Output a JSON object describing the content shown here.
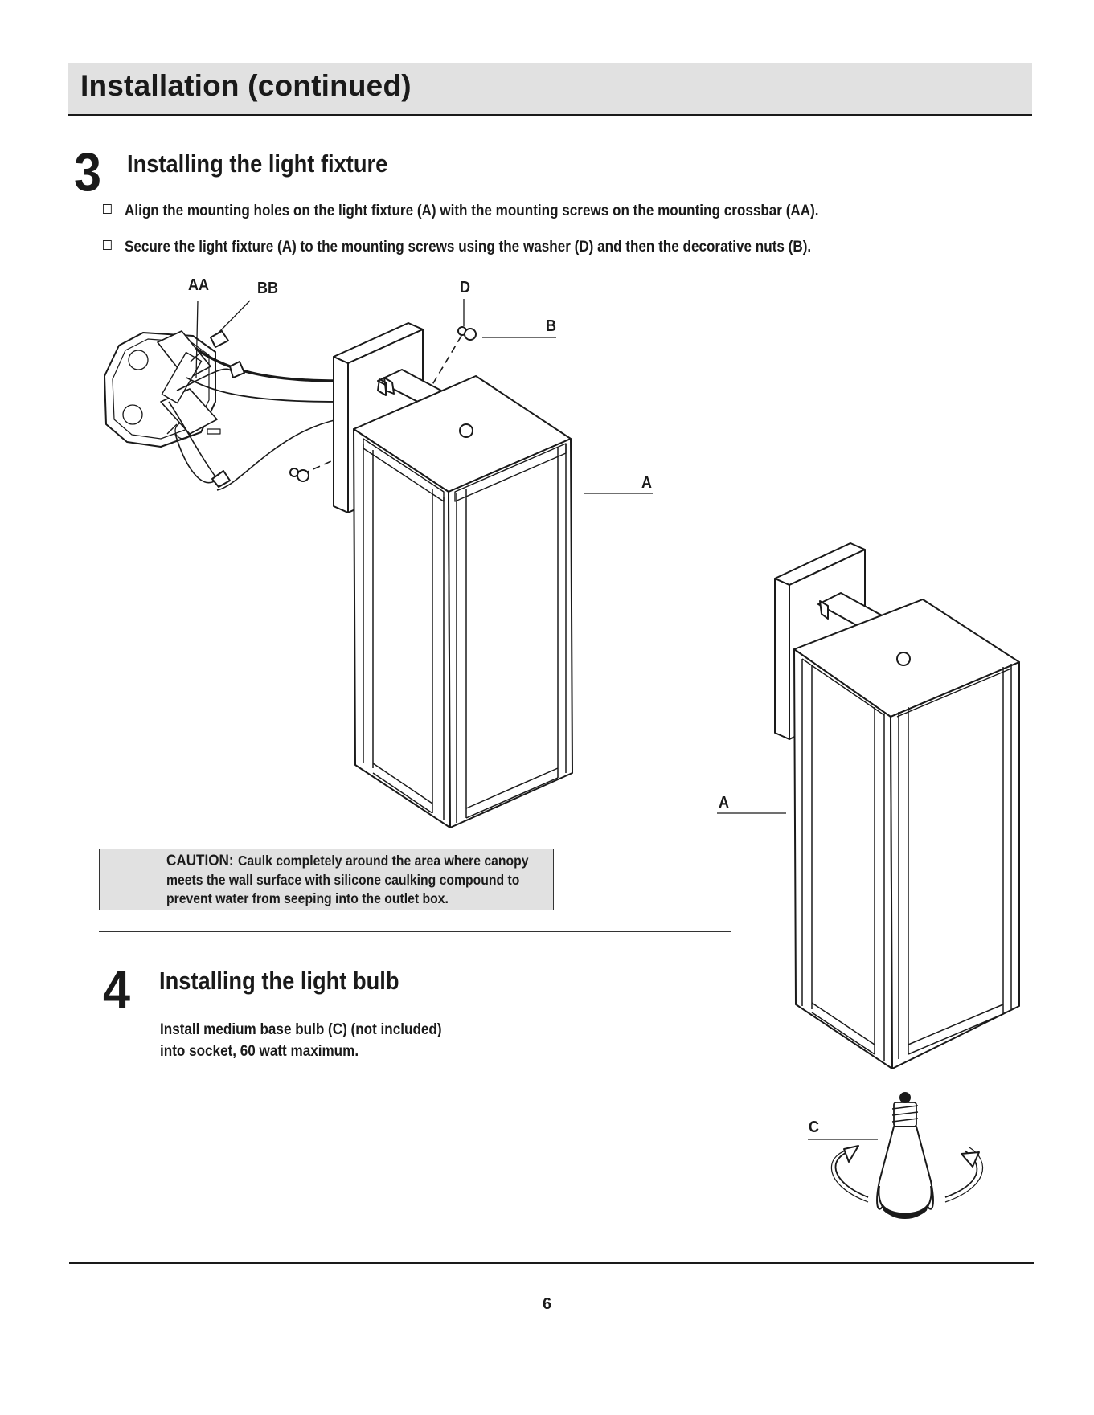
{
  "header": {
    "title": "Installation (continued)"
  },
  "step3": {
    "number": "3",
    "title": "Installing the light fixture",
    "bullets": [
      "Align the mounting holes on the light fixture (A) with the mounting screws on the mounting crossbar (AA).",
      "Secure the light fixture (A) to the mounting screws using the washer (D) and then the decorative nuts (B)."
    ],
    "labels": {
      "aa": "AA",
      "bb": "BB",
      "d": "D",
      "b": "B",
      "a": "A"
    }
  },
  "caution": {
    "heading": "CAUTION:",
    "lines": [
      "Caulk completely around the area where canopy",
      "meets the wall surface with silicone caulking compound to",
      "prevent water from seeping into the outlet box."
    ]
  },
  "step4": {
    "number": "4",
    "title": "Installing the light bulb",
    "lines": [
      "Install medium base bulb (C) (not included)",
      "into socket, 60 watt maximum."
    ],
    "labels": {
      "a": "A",
      "c": "C"
    }
  },
  "footer": {
    "page_number": "6"
  }
}
